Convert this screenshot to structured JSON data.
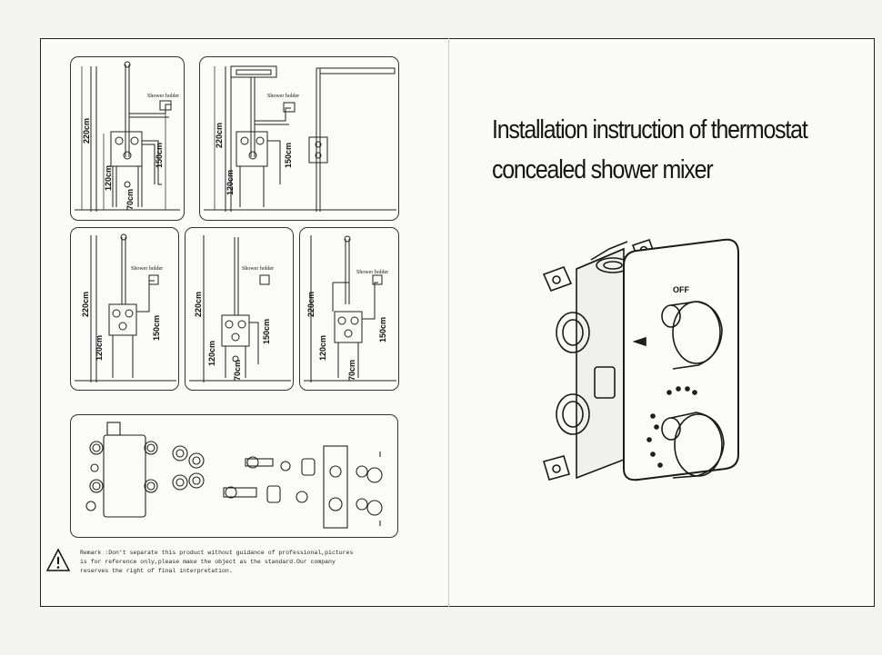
{
  "page": {
    "title_line1": "Installation instruction of thermostat",
    "title_line2": "concealed shower mixer"
  },
  "diagrams": {
    "shower_holder": "Shower holder",
    "h_220": "220cm",
    "h_150": "150cm",
    "h_120": "120cm",
    "h_70": "70cm"
  },
  "product": {
    "off_label": "OFF"
  },
  "remark": {
    "text": "Remark :Don't separate this product without guidance of professional,pictures is for reference only,please make the object as the standard.Our company reserves the right of final interpretation."
  },
  "icons": [
    "warning-triangle-icon"
  ]
}
